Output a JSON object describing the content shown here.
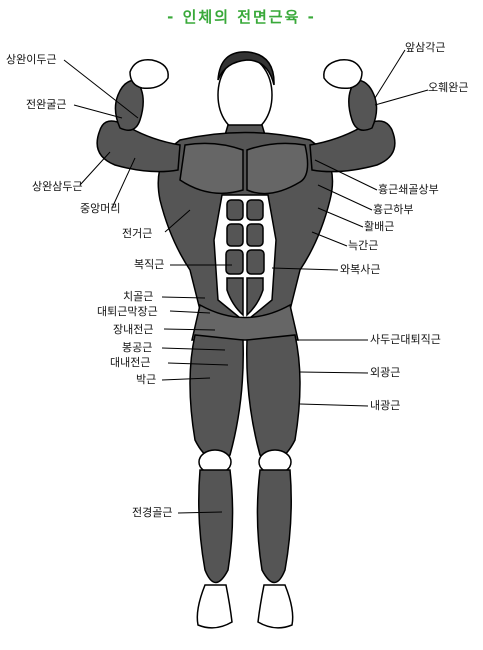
{
  "title": "- 인체의 전면근육 -",
  "colors": {
    "title": "#39a93a",
    "ink": "#111111",
    "figure_fill": "#4a4a4a",
    "figure_stroke": "#000000"
  },
  "labels": {
    "biceps": "상완이두근",
    "forearm_flexors": "전완굴근",
    "triceps": "상완삼두근",
    "medial_head": "중앙머리",
    "serratus": "전거근",
    "rectus_abdominis": "복직근",
    "pectineus": "치골근",
    "tensor_fasciae": "대퇴근막장근",
    "adductor_longus": "장내전근",
    "sartorius_l": "봉공근",
    "adductor_magnus": "대내전근",
    "gracilis": "박근",
    "tibialis_anterior": "전경골근",
    "anterior_deltoid": "앞삼각근",
    "brachioradialis": "오훼완근",
    "pec_clavicular": "흉근쇄골상부",
    "pec_lower": "흉근하부",
    "lats": "활배근",
    "intercostals": "늑간근",
    "external_oblique": "와복사근",
    "rectus_femoris": "사두근대퇴직근",
    "vastus_lateralis": "외광근",
    "vastus_medialis": "내광근"
  }
}
